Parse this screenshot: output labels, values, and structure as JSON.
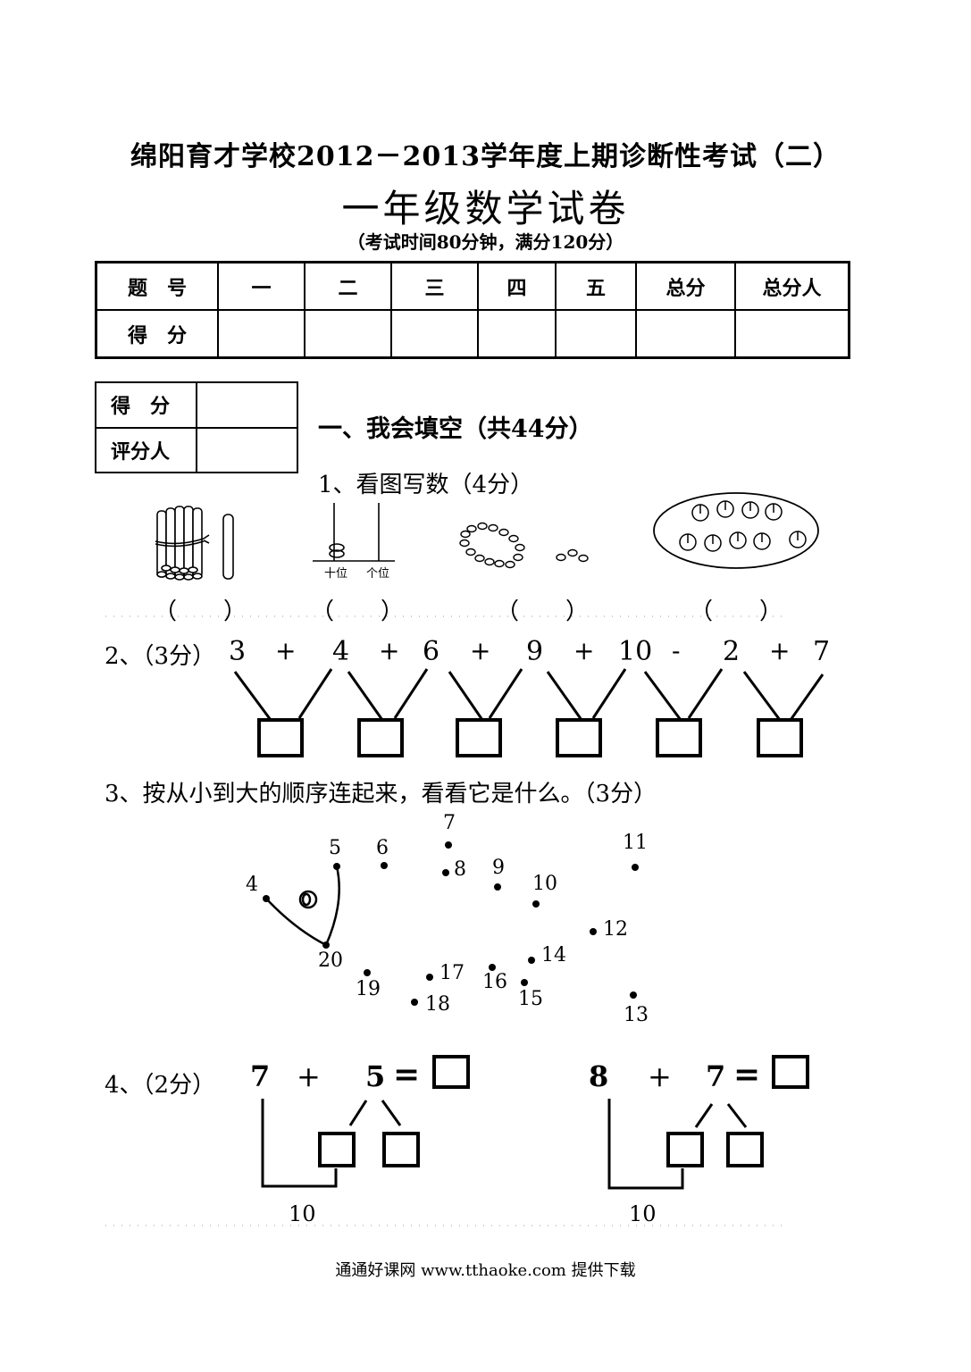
{
  "header": {
    "school_title": "绵阳育才学校2012－2013学年度上期诊断性考试（二）",
    "exam_title": "一年级数学试卷",
    "exam_info": "（考试时间80分钟，满分120分）"
  },
  "score_table": {
    "row1": [
      "题　号",
      "一",
      "二",
      "三",
      "四",
      "五",
      "总分",
      "总分人"
    ],
    "row2_label": "得　分"
  },
  "grader_box": {
    "score_label": "得　分",
    "grader_label": "评分人"
  },
  "section1": {
    "heading": "一、我会填空（共44分）",
    "q1": {
      "label": "1、看图写数（4分）",
      "abacus_tens": "十位",
      "abacus_ones": "个位",
      "answer_paren": "（　　）"
    },
    "q2": {
      "label": "2、（3分）",
      "tokens": [
        "3",
        "+",
        "4",
        "+",
        "6",
        "+",
        "9",
        "+",
        "10",
        "-",
        "2",
        "+",
        "7"
      ]
    },
    "q3": {
      "label": "3、按从小到大的顺序连起来，看看它是什么。（3分）",
      "dots": [
        "4",
        "5",
        "6",
        "7",
        "8",
        "9",
        "10",
        "11",
        "12",
        "13",
        "14",
        "15",
        "16",
        "17",
        "18",
        "19",
        "20"
      ]
    },
    "q4": {
      "label": "4、（2分）",
      "eq1": {
        "a": "7",
        "op": "+",
        "b": "5",
        "eq": "=",
        "ten": "10"
      },
      "eq2": {
        "a": "8",
        "op": "+",
        "b": "7",
        "eq": "=",
        "ten": "10"
      }
    }
  },
  "footer": "通通好课网 www.tthaoke.com 提供下载"
}
